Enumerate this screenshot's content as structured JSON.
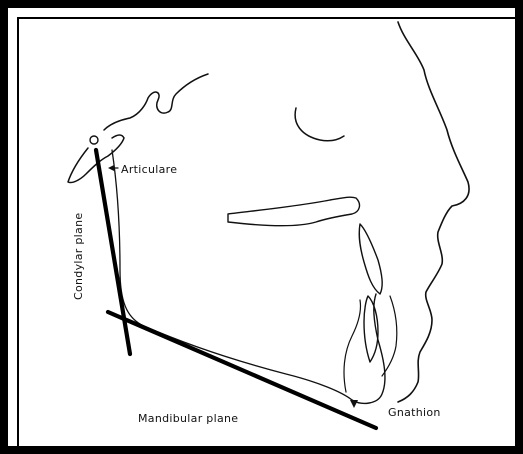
{
  "labels": {
    "articulare": "Articulare",
    "gnathion": "Gnathion",
    "mandibular_plane": "Mandibular plane",
    "condylar_plane": "Condylar plane"
  },
  "colors": {
    "frame": "#000000",
    "ink": "#111111",
    "background": "#ffffff"
  }
}
